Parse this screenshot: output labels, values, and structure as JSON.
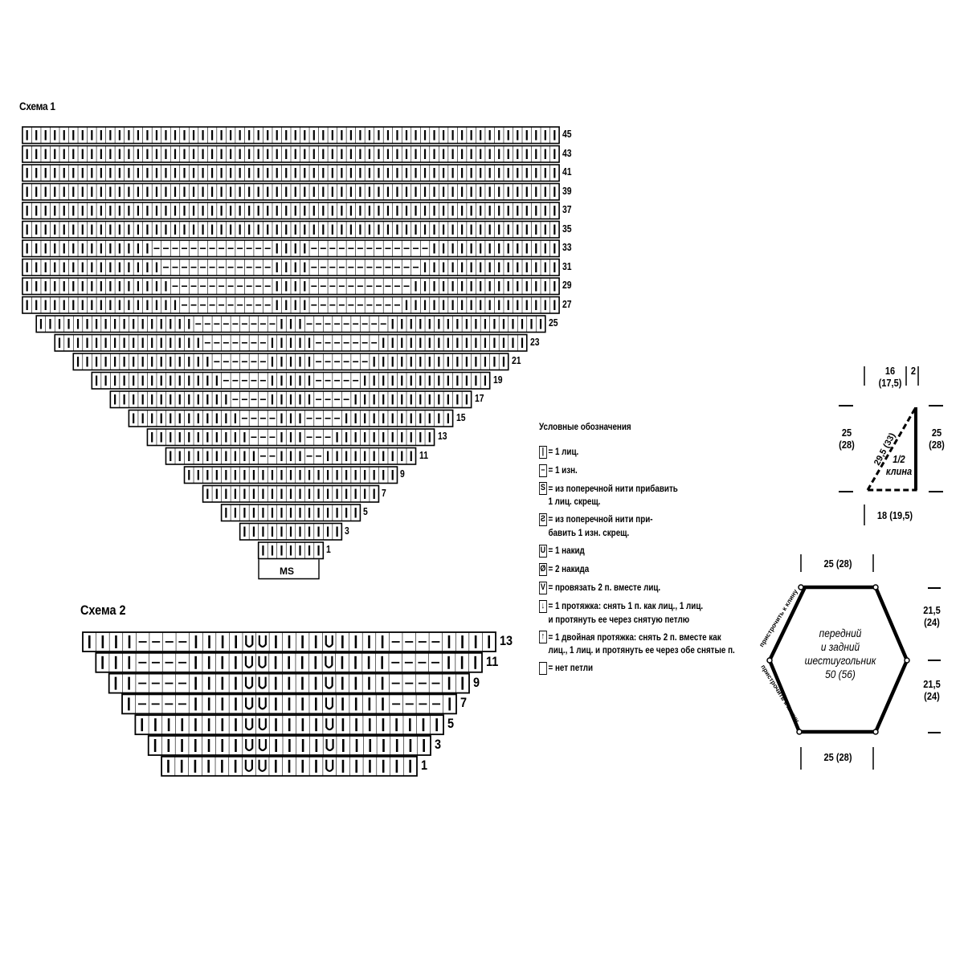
{
  "schema1": {
    "title": "Схема 1",
    "row_labels": [
      "45",
      "43",
      "41",
      "39",
      "37",
      "35",
      "33",
      "31",
      "29",
      "27",
      "25",
      "23",
      "21",
      "19",
      "17",
      "15",
      "13",
      "11",
      "9",
      "7",
      "5",
      "3",
      "1"
    ],
    "ms_label": "MS"
  },
  "schema2": {
    "title": "Схема 2",
    "row_labels": [
      "13",
      "11",
      "9",
      "7",
      "5",
      "3",
      "1"
    ]
  },
  "legend": {
    "heading": "Условные обозначения",
    "items": [
      {
        "symbol": "|",
        "lines": [
          "= 1 лиц."
        ]
      },
      {
        "symbol": "–",
        "lines": [
          "= 1 изн."
        ]
      },
      {
        "symbol": "S",
        "lines": [
          "= из поперечной нити прибавить",
          "1 лиц. скрещ."
        ]
      },
      {
        "symbol": "Ƨ",
        "lines": [
          "= из поперечной нити при-",
          "бавить 1 изн. скрещ."
        ]
      },
      {
        "symbol": "U",
        "lines": [
          "= 1 накид"
        ]
      },
      {
        "symbol": "Ø",
        "lines": [
          "= 2 накида"
        ]
      },
      {
        "symbol": "V",
        "lines": [
          "= провязать 2 п. вместе лиц."
        ]
      },
      {
        "symbol": "↓",
        "lines": [
          "= 1 протяжка: снять 1 п. как лиц., 1 лиц.",
          "и протянуть ее через снятую петлю"
        ]
      },
      {
        "symbol": "↑",
        "lines": [
          "= 1 двойная протяжка: снять 2 п. вместе как",
          "лиц., 1 лиц. и протянуть ее через обе снятые п."
        ]
      },
      {
        "symbol": "",
        "lines": [
          "= нет петли"
        ]
      }
    ]
  },
  "wedge": {
    "top_dim": "16",
    "top_dim_alt": "(17,5)",
    "top_small": "2",
    "left_dim": "25",
    "left_dim_alt": "(28)",
    "right_dim": "25",
    "right_dim_alt": "(28)",
    "diag_dim": "29,5 (33)",
    "label_line1": "1/2",
    "label_line2": "клина",
    "bottom_dim": "18 (19,5)"
  },
  "hexagon": {
    "top_dim": "25 (28)",
    "bottom_dim": "25 (28)",
    "right_upper": "21,5",
    "right_upper_alt": "(24)",
    "right_lower": "21,5",
    "right_lower_alt": "(24)",
    "label_line1": "передний",
    "label_line2": "и задний",
    "label_line3": "шестиугольник",
    "label_line4": "50 (56)",
    "edge_text_upper": "пристрочить к клину",
    "edge_text_lower": "пристрочить к клину"
  }
}
